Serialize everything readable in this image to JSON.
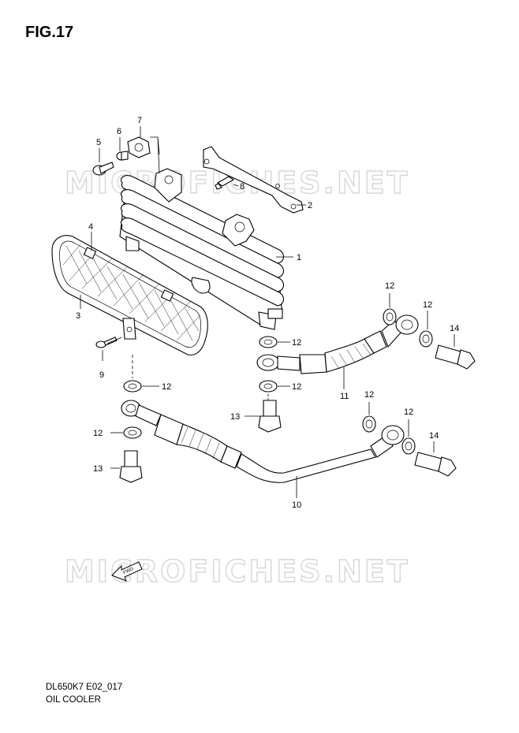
{
  "figure": {
    "title": "FIG.17",
    "model_code": "DL650K7 E02_017",
    "section_name": "OIL COOLER"
  },
  "watermark": {
    "text": "MICROFICHES.NET",
    "arrow_label": "FWD"
  },
  "callouts": [
    {
      "id": "c1",
      "number": "1",
      "part": "oil cooler core"
    },
    {
      "id": "c2",
      "number": "2",
      "part": "bracket"
    },
    {
      "id": "c3",
      "number": "3",
      "part": "cover / guard"
    },
    {
      "id": "c4",
      "number": "4",
      "part": "cushion"
    },
    {
      "id": "c5",
      "number": "5",
      "part": "bolt"
    },
    {
      "id": "c6",
      "number": "6",
      "part": "spacer"
    },
    {
      "id": "c7",
      "number": "7",
      "part": "cushion"
    },
    {
      "id": "c8",
      "number": "8",
      "part": "bolt"
    },
    {
      "id": "c9",
      "number": "9",
      "part": "screw"
    },
    {
      "id": "c10",
      "number": "10",
      "part": "hose, outlet"
    },
    {
      "id": "c11",
      "number": "11",
      "part": "hose, inlet"
    },
    {
      "id": "c12a",
      "number": "12",
      "part": "gasket"
    },
    {
      "id": "c12b",
      "number": "12",
      "part": "gasket"
    },
    {
      "id": "c12c",
      "number": "12",
      "part": "gasket"
    },
    {
      "id": "c12d",
      "number": "12",
      "part": "gasket"
    },
    {
      "id": "c12e",
      "number": "12",
      "part": "gasket"
    },
    {
      "id": "c12f",
      "number": "12",
      "part": "gasket"
    },
    {
      "id": "c12g",
      "number": "12",
      "part": "gasket"
    },
    {
      "id": "c12h",
      "number": "12",
      "part": "gasket"
    },
    {
      "id": "c13a",
      "number": "13",
      "part": "union bolt"
    },
    {
      "id": "c13b",
      "number": "13",
      "part": "union bolt"
    },
    {
      "id": "c14a",
      "number": "14",
      "part": "union bolt"
    },
    {
      "id": "c14b",
      "number": "14",
      "part": "union bolt"
    }
  ]
}
